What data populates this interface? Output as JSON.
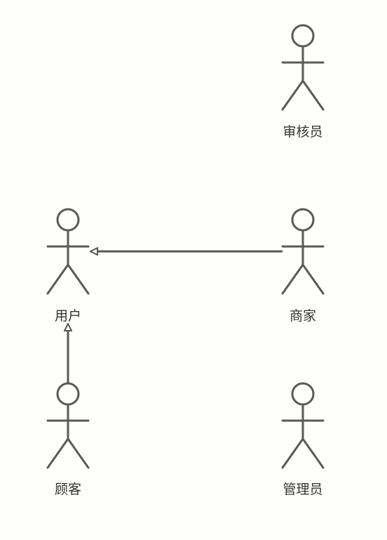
{
  "colors": {
    "background": "#fefefc",
    "stroke": "#595959",
    "text": "#333333"
  },
  "actors": [
    {
      "id": "reviewer",
      "label": "审核员"
    },
    {
      "id": "user",
      "label": "用户"
    },
    {
      "id": "merchant",
      "label": "商家"
    },
    {
      "id": "customer",
      "label": "顾客"
    },
    {
      "id": "admin",
      "label": "管理员"
    }
  ],
  "relations": [
    {
      "type": "generalization",
      "from": "merchant",
      "to": "user"
    },
    {
      "type": "generalization",
      "from": "customer",
      "to": "user"
    }
  ]
}
